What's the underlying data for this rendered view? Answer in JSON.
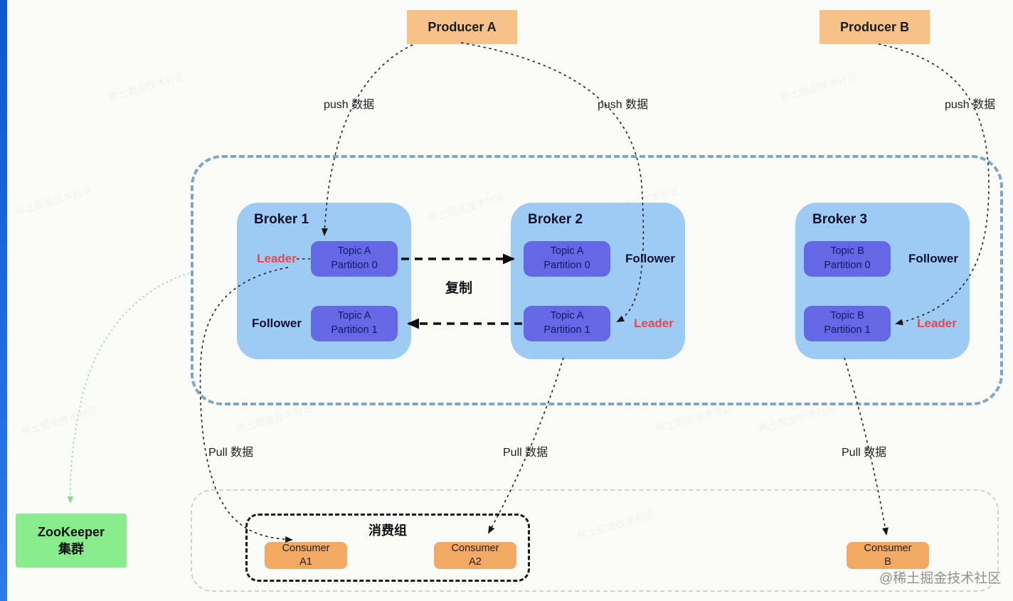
{
  "producers": {
    "a": "Producer A",
    "b": "Producer B"
  },
  "labels": {
    "push": "push 数据",
    "pull": "Pull 数据",
    "replicate": "复制"
  },
  "roles": {
    "leader": "Leader",
    "follower": "Follower"
  },
  "brokers": [
    {
      "title": "Broker 1",
      "p0": {
        "l1": "Topic A",
        "l2": "Partition 0"
      },
      "p1": {
        "l1": "Topic A",
        "l2": "Partition 1"
      }
    },
    {
      "title": "Broker 2",
      "p0": {
        "l1": "Topic A",
        "l2": "Partition 0"
      },
      "p1": {
        "l1": "Topic A",
        "l2": "Partition 1"
      }
    },
    {
      "title": "Broker 3",
      "p0": {
        "l1": "Topic B",
        "l2": "Partition 0"
      },
      "p1": {
        "l1": "Topic B",
        "l2": "Partition 1"
      }
    }
  ],
  "zookeeper": {
    "l1": "ZooKeeper",
    "l2": "集群"
  },
  "consumer_group_title": "消费组",
  "consumers": [
    {
      "l1": "Consumer",
      "l2": "A1"
    },
    {
      "l1": "Consumer",
      "l2": "A2"
    },
    {
      "l1": "Consumer",
      "l2": "B"
    }
  ],
  "watermark": {
    "corner": "@稀土掘金技术社区",
    "faint": "稀土掘金技术社区"
  },
  "colors": {
    "producer_box": "#f6c289",
    "consumer_box": "#f3a963",
    "broker_box": "#9dcbf3",
    "partition_box": "#6468e6",
    "partition_text": "#161665",
    "zookeeper_box": "#88ec8d",
    "cluster_border": "#7ea7c2",
    "leader_text": "#e8474b",
    "left_bar": "#1c6be0"
  }
}
